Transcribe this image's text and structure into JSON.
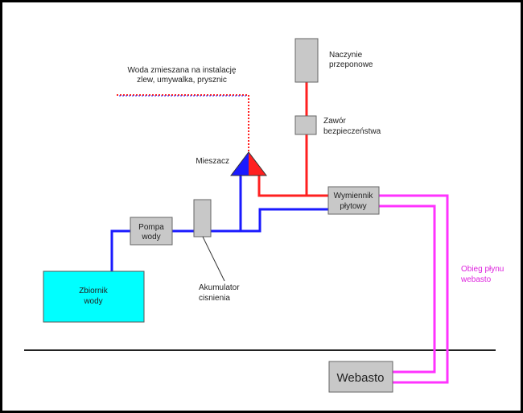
{
  "labels": {
    "mixed_water_line1": "Woda zmieszana na instalację",
    "mixed_water_line2": "zlew, umywalka, prysznic",
    "expansion_vessel_line1": "Naczynie",
    "expansion_vessel_line2": "przeponowe",
    "safety_valve_line1": "Zawór",
    "safety_valve_line2": "bezpieczeństwa",
    "mixer": "Mieszacz",
    "heat_exchanger_line1": "Wymiennik",
    "heat_exchanger_line2": "płytowy",
    "pump_line1": "Pompa",
    "pump_line2": "wody",
    "accumulator_line1": "Akumulator",
    "accumulator_line2": "cisnienia",
    "tank_line1": "Zbiornik",
    "tank_line2": "wody",
    "coolant_loop_line1": "Obieg płynu",
    "coolant_loop_line2": "webasto",
    "heater": "Webasto"
  },
  "colors": {
    "frame": "#000000",
    "component_fill": "#c8c8c8",
    "component_stroke": "#666666",
    "tank_fill": "#00ffff",
    "cold_pipe": "#1a1aff",
    "hot_pipe": "#ff2020",
    "coolant_pipe": "#ff33ff",
    "mixer_cold": "#1a1aff",
    "mixer_hot": "#ff2020"
  },
  "icons": {
    "mixer": "mixer-valve-triangle-icon"
  }
}
